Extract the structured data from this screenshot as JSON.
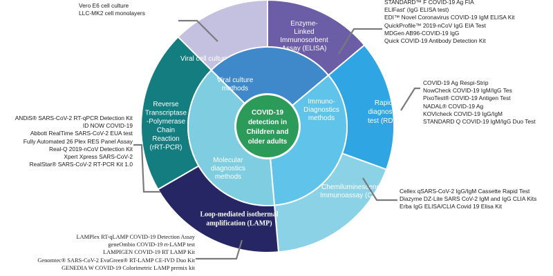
{
  "center": {
    "lines": [
      "COVID-19",
      "detection in",
      "Children and",
      "older adults"
    ]
  },
  "inner_ring": [
    {
      "id": "viral-culture-methods",
      "lines": [
        "Viral culture",
        "methods"
      ],
      "color": "#3f88c9"
    },
    {
      "id": "immuno-diagnostics-methods",
      "lines": [
        "Immuno-",
        "Diagnostics",
        "methods"
      ],
      "color": "#5fc3ea"
    },
    {
      "id": "molecular-diagnostics-methods",
      "lines": [
        "Molecular",
        "diagnostics",
        "methods"
      ],
      "color": "#7ecde0"
    }
  ],
  "outer_ring": [
    {
      "id": "viral-cell-culturing",
      "lines": [
        "Viral cell culturing"
      ],
      "color": "#c4c0e0",
      "style": "sans"
    },
    {
      "id": "elisa",
      "lines": [
        "Enzyme-",
        "Linked",
        "Immunosorbent",
        "Assay (ELISA)"
      ],
      "color": "#6b5da6",
      "style": "sans"
    },
    {
      "id": "rdt",
      "lines": [
        "Rapid",
        "diagnostic",
        "test (RDT)"
      ],
      "color": "#2fa6e3",
      "style": "sans"
    },
    {
      "id": "clia",
      "lines": [
        "Chemiluminescence",
        "Immunoassay (CLIA)"
      ],
      "color": "#8cd2e6",
      "style": "sans"
    },
    {
      "id": "lamp",
      "lines": [
        "Loop-mediated isothermal",
        "amplification (LAMP)"
      ],
      "color": "#252663",
      "style": "serif"
    },
    {
      "id": "rrt-pcr",
      "lines": [
        "Reverse",
        "Transcriptase",
        "-Polymerase",
        "Chain",
        "Reaction",
        "(rRT-PCR)"
      ],
      "color": "#137d7f",
      "style": "sans"
    }
  ],
  "callouts": {
    "viral_culture": [
      "Vero E6 cell culture",
      "LLC-MK2 cell monolayers"
    ],
    "elisa": [
      "STANDARD™ F COVID-19 Ag FIA",
      "ELIFast' (IgG ELISA test)",
      "EDI™ Novel Coronavirus COVID-19 IgM ELISA Kit",
      "QuickProfile™ 2019-nCoV IgG EIA Test",
      "MDGen AB96-COVID-19 IgG",
      "Quick COVID-19 Antibody Detection Kit"
    ],
    "rdt": [
      "COVID-19 Ag Respi-Strip",
      "NowCheck COVID-19 IgM/IgG Tes",
      "PixoTest® COVID-19 Antigen Test",
      "NADAL® COVID-19 Ag",
      "KOVIcheck COVID-19 IgG/IgM",
      "STANDARD Q COVID-19 IgM/IgG Duo Test"
    ],
    "clia": [
      "Cellex qSARS-CoV-2 IgG/IgM Cassette Rapid Test",
      "Diazyme DZ-Lite SARS CoV-2 IgM and IgG CLIA Kits",
      "Erba IgG ELISA/CLIA Covid 19 Elisa Kit"
    ],
    "rrt_pcr": [
      "ANDiS® SARS-CoV-2 RT-qPCR Detection Kit",
      "ID NOW COVID-19",
      "Abbott RealTime SARS-CoV-2 EUA test",
      "Fully Automated 26 Plex RES Panel Assay",
      "Real-Q 2019-nCoV Detection Kit",
      "Xpert Xpress SARS-CoV-2",
      "RealStar® SARS-CoV-2 RT-PCR Kit 1.0"
    ],
    "lamp": [
      "LAMPlex RT-qLAMP COVID-19 Detection Assay",
      "geneOmbio COVID-19 rt-LAMP test",
      "LAMPIGEN COVID-19 RT LAMP Kit",
      "Genomtec® SARS-CoV-2 EvaGreen® RT-LAMP CE-IVD Duo Kit",
      "GENEDIA W COVID-19 Colorimetric LAMP premix kit"
    ]
  },
  "colors": {
    "center": "#2c9a58",
    "leader": "#7a7a7a"
  }
}
